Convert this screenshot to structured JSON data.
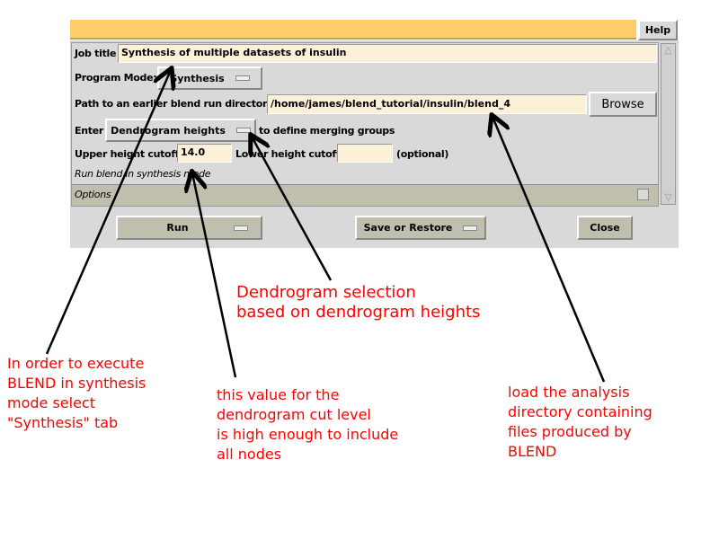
{
  "header": {
    "help_label": "Help"
  },
  "form": {
    "job_title_label": "Job title",
    "job_title_value": "Synthesis of multiple datasets of insulin",
    "program_mode_label": "Program Mode:",
    "program_mode_value": "Synthesis",
    "path_label": "Path to an earlier blend run directory",
    "path_value": "/home/james/blend_tutorial/insulin/blend_4",
    "browse_label": "Browse",
    "enter_label": "Enter",
    "enter_value": "Dendrogram heights",
    "enter_suffix": "to define merging groups",
    "upper_label": "Upper height cutoff",
    "upper_value": "14.0",
    "lower_label": "Lower height cutoff",
    "lower_value": "",
    "optional_label": "(optional)",
    "mode_note": "Run blend in synthesis mode",
    "options_label": "Options"
  },
  "footer": {
    "run_label": "Run",
    "save_label": "Save or Restore",
    "close_label": "Close"
  },
  "annotations": {
    "synthesis": [
      "In order to execute",
      "BLEND in synthesis",
      "mode select",
      "\"Synthesis\" tab"
    ],
    "cutoff": [
      "this value for the",
      "dendrogram cut level",
      "is high enough to include",
      "all nodes"
    ],
    "dendrogram": [
      "Dendrogram selection",
      "based on dendrogram heights"
    ],
    "directory": [
      "load the analysis",
      "directory containing",
      "files produced by",
      "BLEND"
    ]
  }
}
